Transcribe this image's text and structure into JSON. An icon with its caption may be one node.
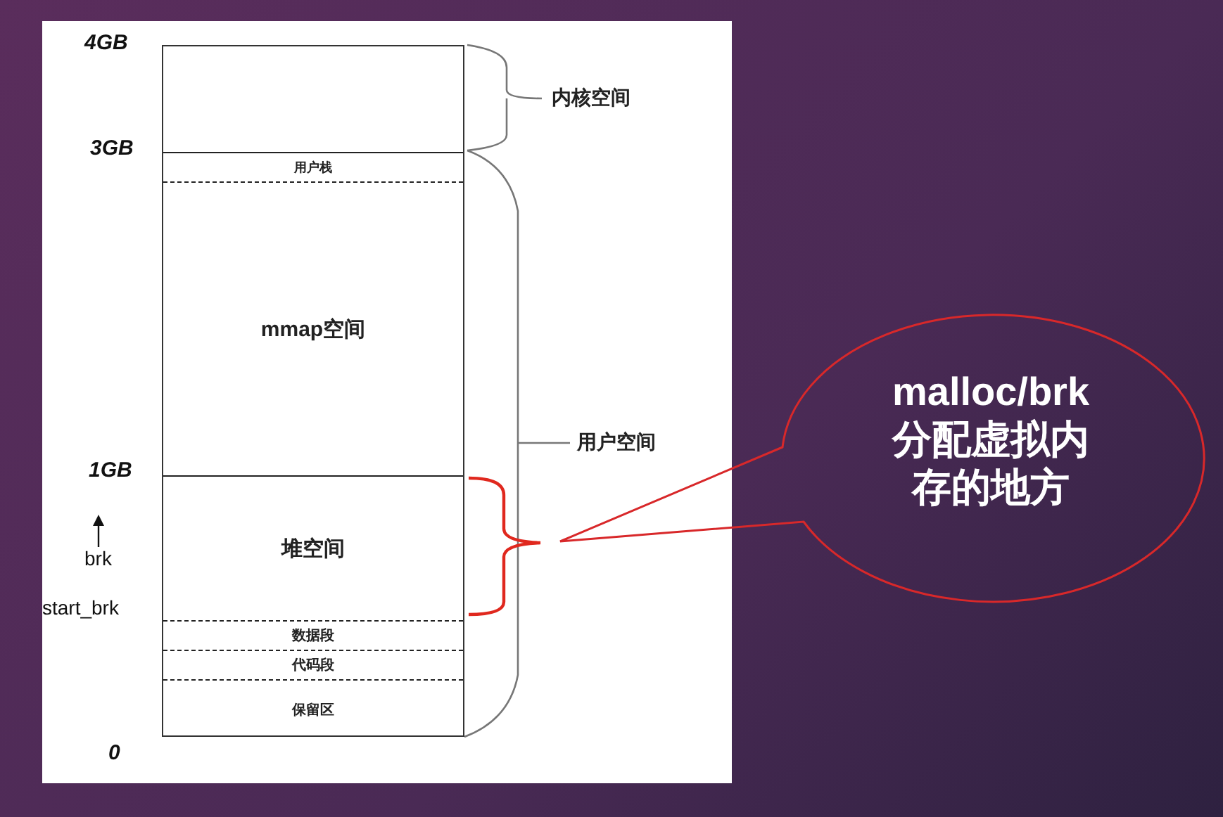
{
  "diagram": {
    "nodes": [
      {
        "text": [],
        "shape": "box"
      },
      {
        "text": [
          "用户栈"
        ],
        "in": 0
      },
      {
        "text": [
          "mmap空间"
        ],
        "in": 0
      },
      {
        "text": [
          "堆空间"
        ],
        "in": 0
      },
      {
        "text": [
          "数据段"
        ],
        "in": 0
      },
      {
        "text": [
          "代码段"
        ],
        "in": 0
      },
      {
        "text": [
          "保留区"
        ],
        "in": 0
      },
      {
        "text": [
          "malloc/brk 分配虚拟内存的地方"
        ]
      }
    ],
    "labels": [
      "4GB",
      "3GB",
      "内核空间",
      "用户空间",
      "1GB",
      "brk",
      "start_brk",
      "0"
    ]
  }
}
